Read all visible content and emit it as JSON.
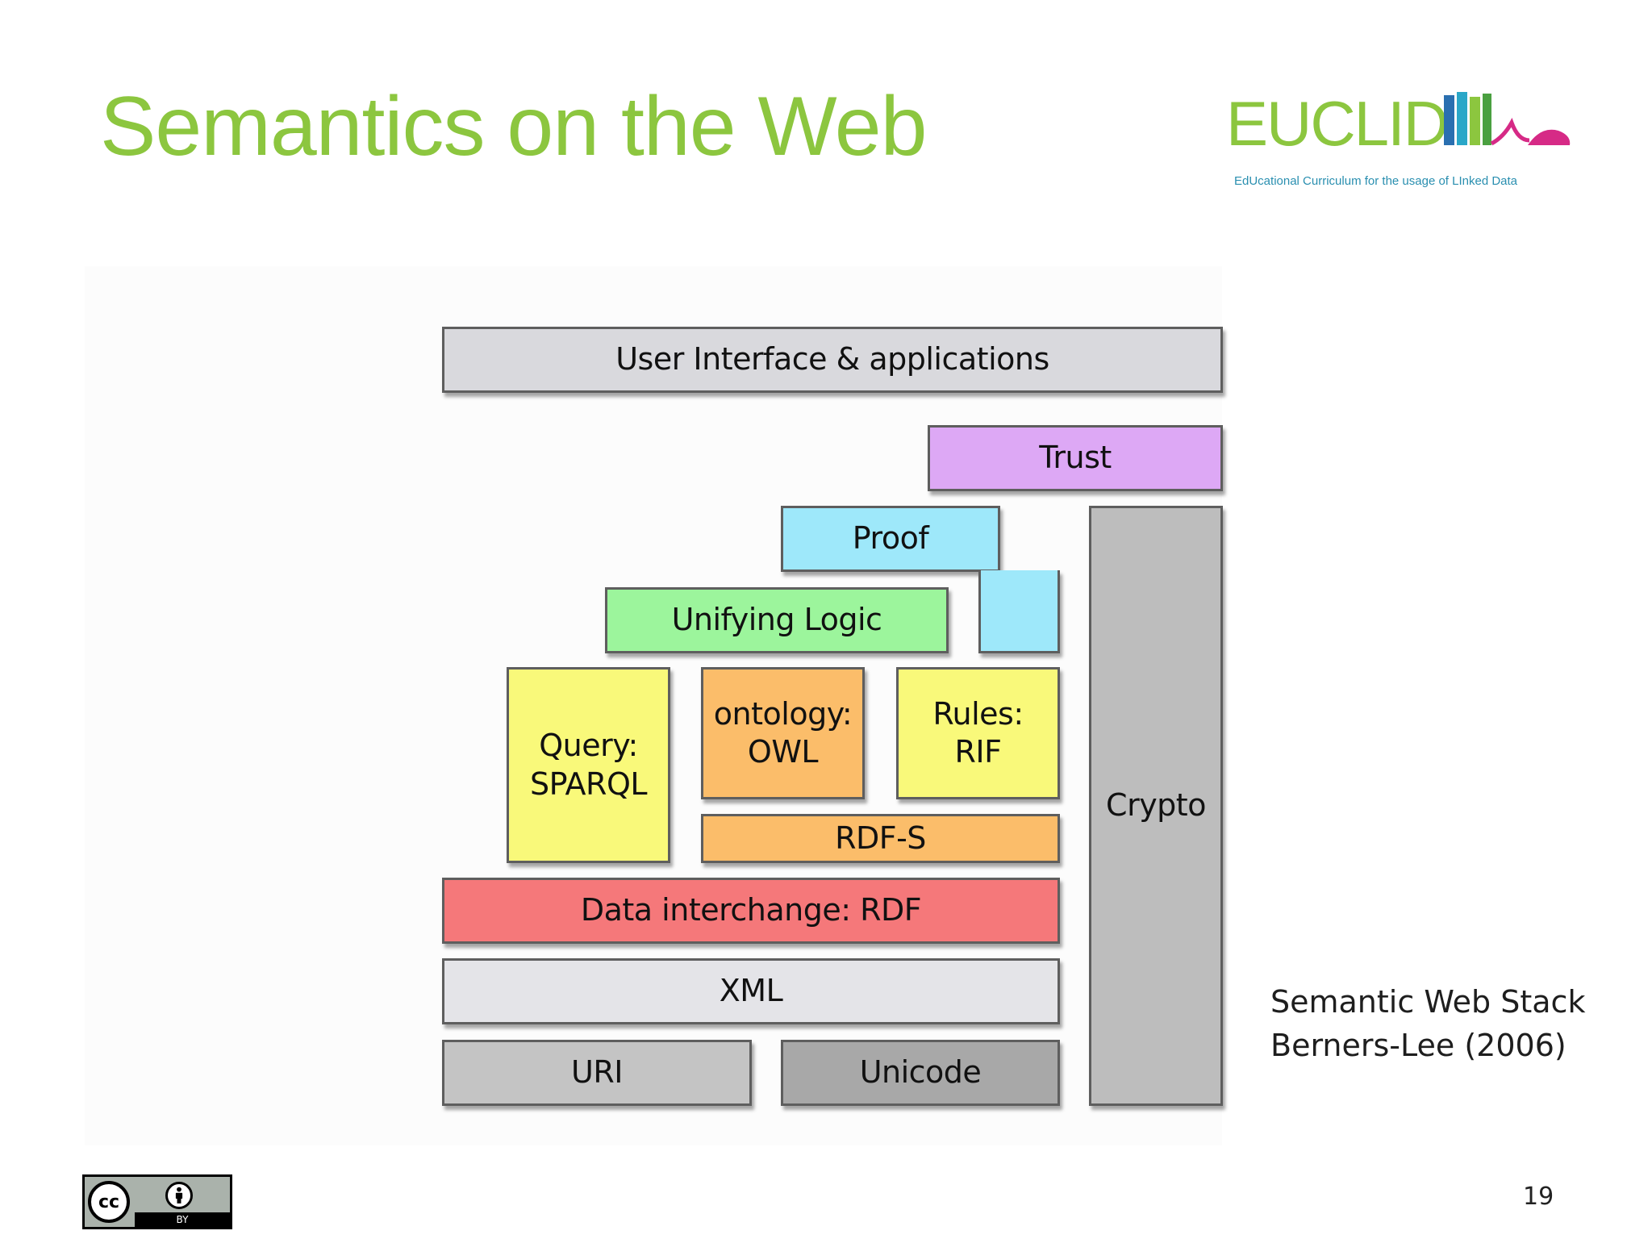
{
  "slide": {
    "title": "Semantics on the Web",
    "page_number": "19"
  },
  "logo": {
    "wordmark": "EUCLID",
    "tagline": "EdUcational Curriculum for the usage of LInked Data"
  },
  "diagram": {
    "layers": {
      "ui": "User Interface & applications",
      "trust": "Trust",
      "proof": "Proof",
      "unifying_logic": "Unifying Logic",
      "query_line1": "Query:",
      "query_line2": "SPARQL",
      "ontology_line1": "ontology:",
      "ontology_line2": "OWL",
      "rules_line1": "Rules:",
      "rules_line2": "RIF",
      "rdfs": "RDF-S",
      "rdf": "Data interchange: RDF",
      "xml": "XML",
      "uri": "URI",
      "unicode": "Unicode",
      "crypto": "Crypto"
    },
    "colors": {
      "ui": "#d9d9dd",
      "trust": "#dda8f5",
      "proof": "#9ee8fa",
      "unifying_logic": "#9cf59c",
      "query": "#f9f97a",
      "ontology": "#fbbd6a",
      "rules": "#f9f97a",
      "rdfs": "#fbbd6a",
      "rdf": "#f5787a",
      "xml": "#e4e4e8",
      "uri": "#c4c4c4",
      "unicode": "#a8a8a8",
      "crypto": "#bdbdbd"
    }
  },
  "caption": {
    "line1": "Semantic Web Stack",
    "line2": "Berners-Lee (2006)"
  },
  "license": {
    "badge_cc": "cc",
    "badge_by": "BY",
    "icon": "creative-commons-by-icon"
  }
}
